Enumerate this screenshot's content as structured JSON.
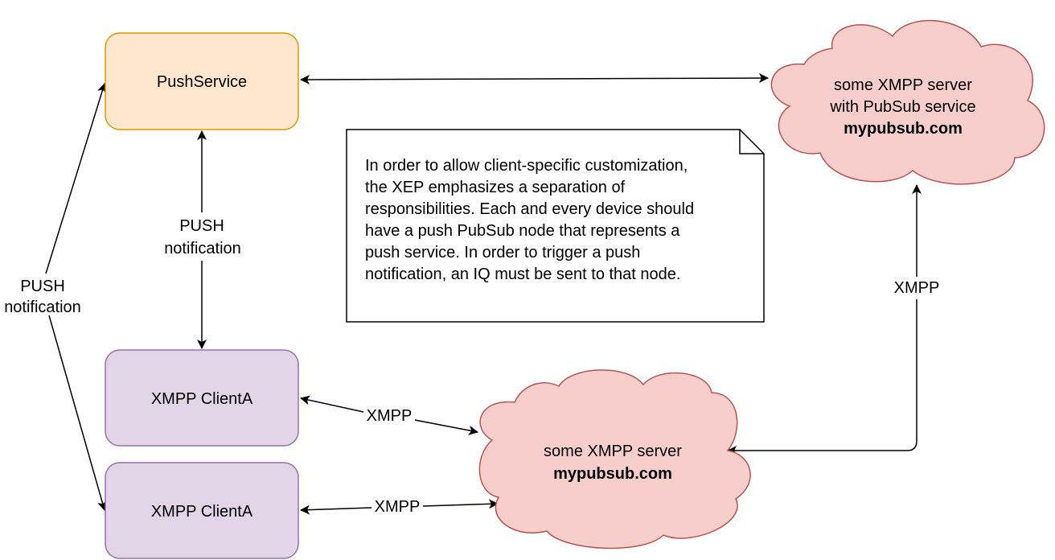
{
  "diagram": {
    "colors": {
      "push_service_fill": "#ffe6cc",
      "push_service_stroke": "#d79b00",
      "client_fill": "#e1d5e7",
      "client_stroke": "#9673a6",
      "cloud_fill": "#f8cecc",
      "cloud_stroke": "#b85450",
      "edge": "#000000",
      "note_fill": "#ffffff",
      "note_stroke": "#000000"
    },
    "nodes": {
      "push_service": {
        "label": "PushService"
      },
      "client_a_top": {
        "label": "XMPP ClientA"
      },
      "client_a_bottom": {
        "label": "XMPP ClientA"
      },
      "pubsub_server": {
        "line1": "some XMPP server",
        "line2": "with PubSub service",
        "line3": "mypubsub.com"
      },
      "xmpp_server": {
        "line1": "some XMPP server",
        "line2": "mypubsub.com"
      }
    },
    "note": {
      "lines": [
        "In order to allow client-specific customization,",
        "the XEP emphasizes a separation of",
        "responsibilities. Each and every device should",
        "have a push PubSub node that represents a",
        "push service. In order to trigger a push",
        "notification, an IQ must be sent to that node."
      ]
    },
    "edges": {
      "push_to_pubsub": {
        "label": ""
      },
      "push_to_client_top": {
        "label_line1": "PUSH",
        "label_line2": "notification"
      },
      "left_push": {
        "label_line1": "PUSH",
        "label_line2": "notification"
      },
      "client_top_to_server": {
        "label": "XMPP"
      },
      "client_bottom_to_server": {
        "label": "XMPP"
      },
      "server_to_pubsub": {
        "label": "XMPP"
      }
    }
  }
}
